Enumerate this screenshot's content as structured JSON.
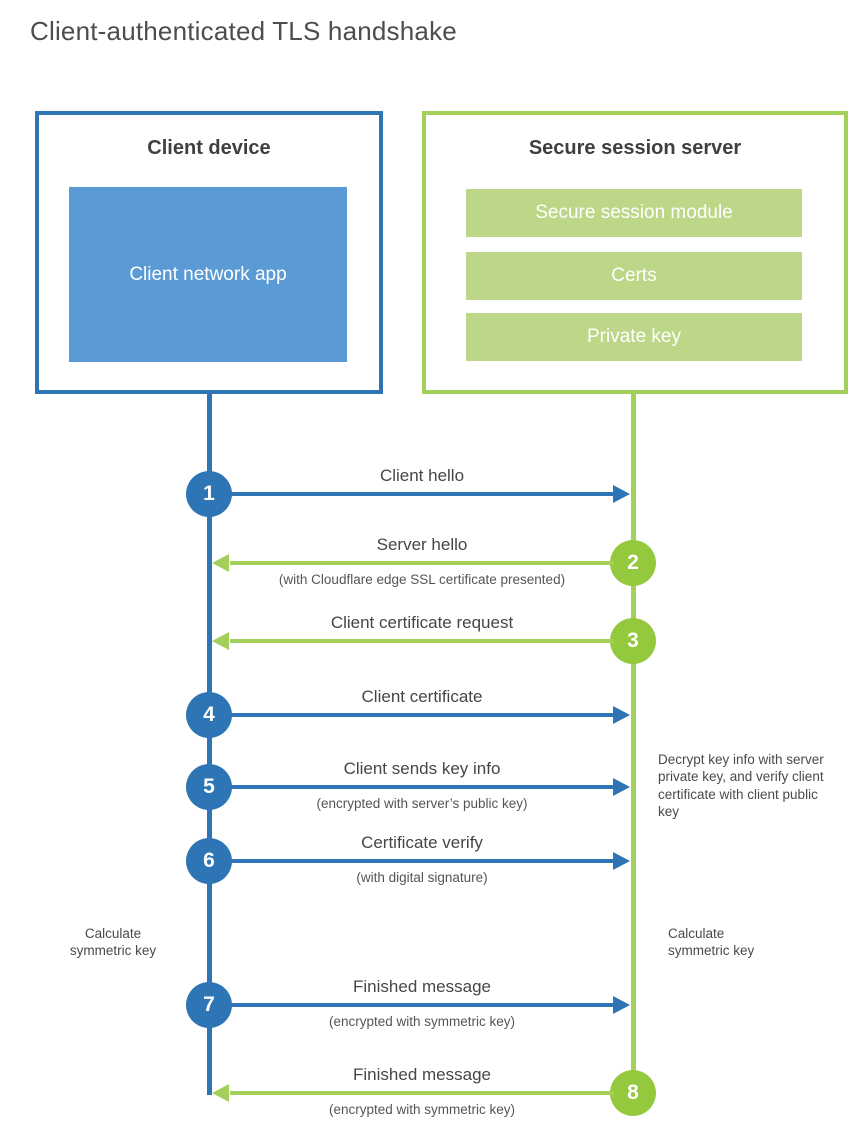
{
  "title": "Client-authenticated TLS handshake",
  "colors": {
    "client_blue": "#2e75b6",
    "client_fill_blue": "#5b9bd5",
    "server_line_green": "#a3cf5b",
    "server_circle_green": "#94c83d",
    "server_fill_green": "#bcd787",
    "heading_text": "#3f3f3f",
    "label_text": "#464646"
  },
  "client": {
    "title": "Client device",
    "app_label": "Client network app"
  },
  "server": {
    "title": "Secure session server",
    "modules": [
      "Secure session module",
      "Certs",
      "Private key"
    ]
  },
  "steps": [
    {
      "num": "1",
      "from": "client",
      "to": "server",
      "direction": "right",
      "label": "Client hello",
      "sublabel": ""
    },
    {
      "num": "2",
      "from": "server",
      "to": "client",
      "direction": "left",
      "label": "Server hello",
      "sublabel": "(with Cloudflare edge SSL certificate presented)"
    },
    {
      "num": "3",
      "from": "server",
      "to": "client",
      "direction": "left",
      "label": "Client certificate request",
      "sublabel": ""
    },
    {
      "num": "4",
      "from": "client",
      "to": "server",
      "direction": "right",
      "label": "Client certificate",
      "sublabel": ""
    },
    {
      "num": "5",
      "from": "client",
      "to": "server",
      "direction": "right",
      "label": "Client sends key info",
      "sublabel": "(encrypted with server’s public key)"
    },
    {
      "num": "6",
      "from": "client",
      "to": "server",
      "direction": "right",
      "label": "Certificate verify",
      "sublabel": "(with digital signature)"
    },
    {
      "num": "7",
      "from": "client",
      "to": "server",
      "direction": "right",
      "label": "Finished message",
      "sublabel": "(encrypted with symmetric key)"
    },
    {
      "num": "8",
      "from": "server",
      "to": "client",
      "direction": "left",
      "label": "Finished message",
      "sublabel": "(encrypted with symmetric key)"
    }
  ],
  "annotations": {
    "decrypt_note": "Decrypt key info with server private key, and verify client certificate with client public key",
    "calc_left": "Calculate symmetric key",
    "calc_right": "Calculate symmetric key"
  }
}
